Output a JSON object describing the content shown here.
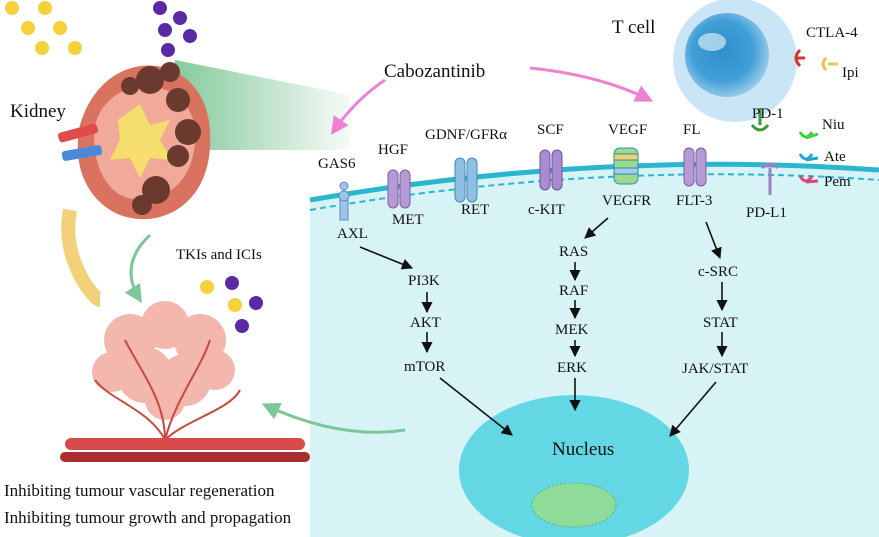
{
  "organ": {
    "label": "Kidney"
  },
  "drug": {
    "label": "Cabozantinib"
  },
  "tcell": {
    "label": "T cell"
  },
  "checkpoints": {
    "ctla4": "CTLA-4",
    "pd1": "PD-1",
    "pdl1": "PD-L1",
    "antibodies": [
      "Ipi",
      "Niu",
      "Ate",
      "Pem"
    ]
  },
  "ligands": {
    "gas6": "GAS6",
    "hgf": "HGF",
    "gdnf": "GDNF/GFRα",
    "scf": "SCF",
    "vegf": "VEGF",
    "fl": "FL"
  },
  "receptors": {
    "axl": "AXL",
    "met": "MET",
    "ret": "RET",
    "ckit": "c-KIT",
    "vegfr": "VEGFR",
    "flt3": "FLT-3"
  },
  "pathway_pi3k": [
    "PI3K",
    "AKT",
    "mTOR"
  ],
  "pathway_ras": [
    "RAS",
    "RAF",
    "MEK",
    "ERK"
  ],
  "pathway_src": [
    "c-SRC",
    "STAT",
    "JAK/STAT"
  ],
  "nucleus": {
    "label": "Nucleus"
  },
  "therapy": {
    "label": "TKIs and ICIs"
  },
  "outcomes": [
    "Inhibiting tumour vascular regeneration",
    "Inhibiting tumour growth and propagation"
  ],
  "colors": {
    "cell_fill": "#d7f3f6",
    "membrane": "#2bb6cf",
    "nucleus": "#63d7e3",
    "kidney": "#d9735f",
    "drug_arrow": "#ee82d0",
    "green_arrow": "#7cc79a",
    "dot_yellow": "#f5d23c",
    "dot_purple": "#5a2aa6"
  }
}
